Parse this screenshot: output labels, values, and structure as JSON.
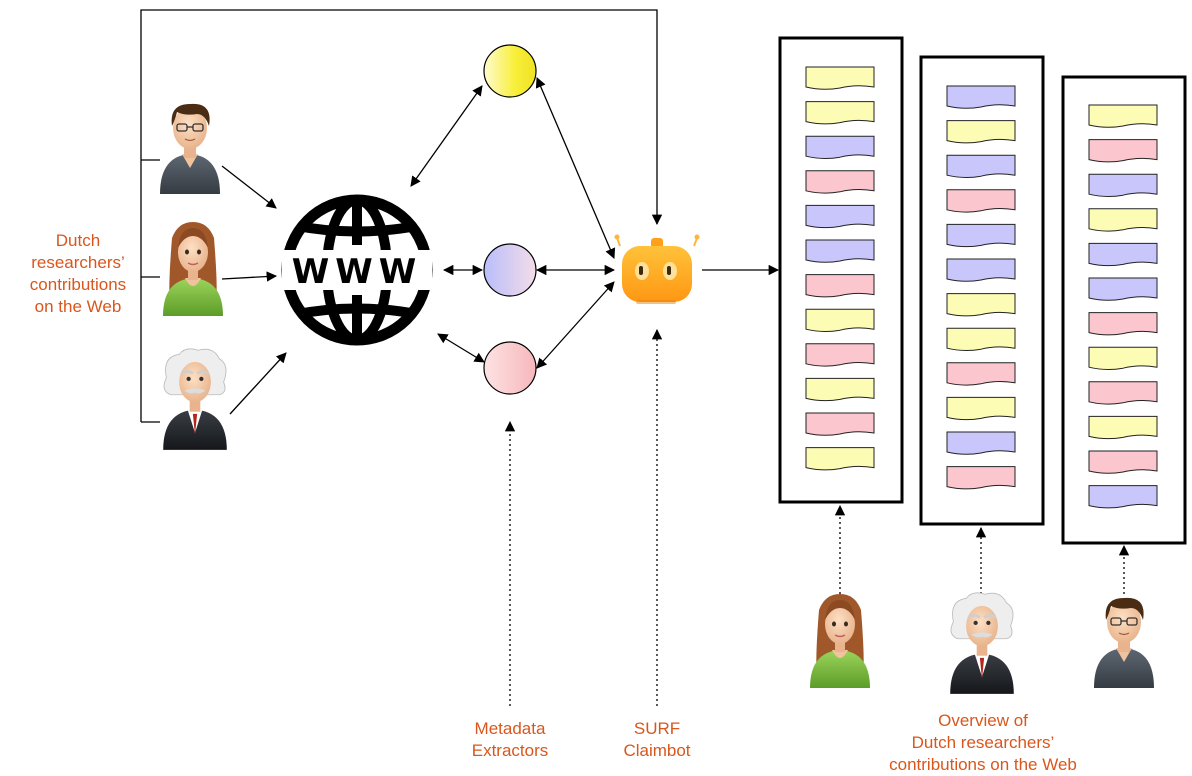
{
  "colors": {
    "label": "#d9571c",
    "yellow_card": "#fdfcb4",
    "blue_card": "#c9c6fc",
    "red_card": "#fbc6ce",
    "bot": "#ffa81f",
    "line": "#000000"
  },
  "labels": {
    "contributors": [
      "Dutch",
      "researchers’",
      "contributions",
      "on the Web"
    ],
    "extractors": [
      "Metadata",
      "Extractors"
    ],
    "claimbot": [
      "SURF",
      "Claimbot"
    ],
    "overview": [
      "Overview of",
      "Dutch researchers’",
      "contributions on the Web"
    ]
  },
  "icons": {
    "web": "www-globe-icon",
    "bot": "robot-icon",
    "extractor_yellow": "yellow-extractor-node",
    "extractor_blue": "blue-extractor-node",
    "extractor_red": "red-extractor-node",
    "researcher_1": "short-hair-man-avatar",
    "researcher_2": "long-hair-woman-avatar",
    "researcher_3": "white-hair-scientist-avatar"
  },
  "columns": [
    [
      "yellow",
      "yellow",
      "blue",
      "red",
      "blue",
      "blue",
      "red",
      "yellow",
      "red",
      "yellow",
      "red",
      "yellow"
    ],
    [
      "blue",
      "yellow",
      "blue",
      "red",
      "blue",
      "blue",
      "yellow",
      "yellow",
      "red",
      "yellow",
      "blue",
      "red"
    ],
    [
      "yellow",
      "red",
      "blue",
      "yellow",
      "blue",
      "blue",
      "red",
      "yellow",
      "red",
      "yellow",
      "red",
      "blue"
    ]
  ],
  "column_owners": [
    "long-hair-woman-avatar",
    "white-hair-scientist-avatar",
    "short-hair-man-avatar"
  ]
}
